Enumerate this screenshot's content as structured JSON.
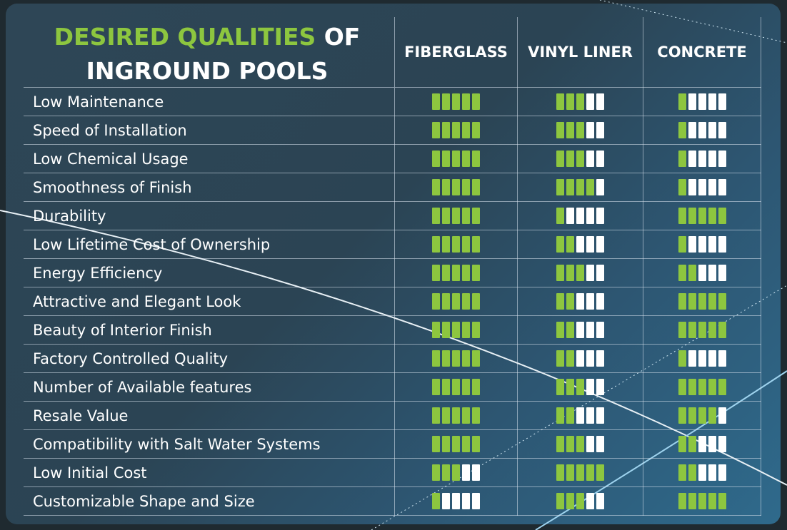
{
  "title": {
    "highlight": "DESIRED QUALITIES",
    "rest_line1": " OF",
    "line2": "INGROUND POOLS"
  },
  "chart_data": {
    "type": "table",
    "title": "DESIRED QUALITIES OF INGROUND POOLS",
    "columns": [
      "FIBERGLASS",
      "VINYL LINER",
      "CONCRETE"
    ],
    "max_rating": 5,
    "colors": {
      "filled": "#8dc63f",
      "empty": "#ffffff"
    },
    "rows": [
      {
        "label": "Low Maintenance",
        "ratings": [
          5,
          3,
          1
        ]
      },
      {
        "label": "Speed of Installation",
        "ratings": [
          5,
          3,
          1
        ]
      },
      {
        "label": "Low Chemical Usage",
        "ratings": [
          5,
          3,
          1
        ]
      },
      {
        "label": "Smoothness of Finish",
        "ratings": [
          5,
          4,
          1
        ]
      },
      {
        "label": "Durability",
        "ratings": [
          5,
          1,
          5
        ]
      },
      {
        "label": "Low Lifetime Cost of Ownership",
        "ratings": [
          5,
          2,
          1
        ]
      },
      {
        "label": "Energy Efficiency",
        "ratings": [
          5,
          3,
          2
        ]
      },
      {
        "label": "Attractive and Elegant Look",
        "ratings": [
          5,
          2,
          5
        ]
      },
      {
        "label": "Beauty of Interior Finish",
        "ratings": [
          5,
          2,
          5
        ]
      },
      {
        "label": "Factory Controlled Quality",
        "ratings": [
          5,
          2,
          1
        ]
      },
      {
        "label": "Number of Available features",
        "ratings": [
          5,
          3,
          5
        ]
      },
      {
        "label": "Resale Value",
        "ratings": [
          5,
          2,
          4
        ]
      },
      {
        "label": "Compatibility with Salt Water Systems",
        "ratings": [
          5,
          3,
          2
        ]
      },
      {
        "label": "Low Initial Cost",
        "ratings": [
          3,
          5,
          2
        ]
      },
      {
        "label": "Customizable Shape and Size",
        "ratings": [
          1,
          3,
          5
        ]
      }
    ]
  }
}
